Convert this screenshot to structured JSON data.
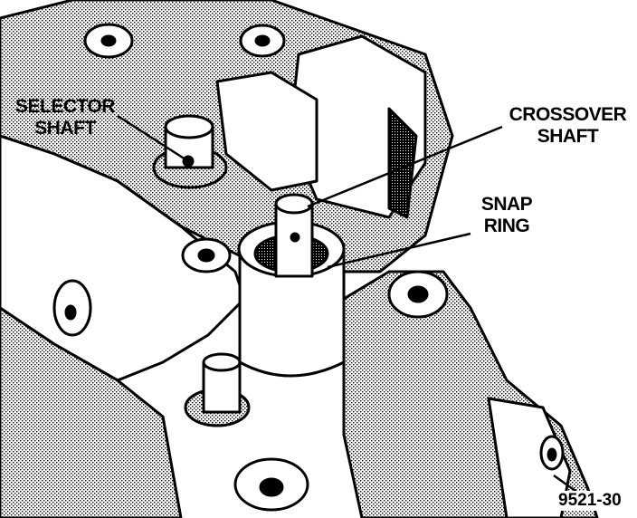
{
  "labels": {
    "selector_shaft": [
      "SELECTOR",
      "SHAFT"
    ],
    "crossover_shaft": [
      "CROSSOVER",
      "SHAFT"
    ],
    "snap_ring": [
      "SNAP",
      "RING"
    ]
  },
  "figure_number": "9521-30"
}
